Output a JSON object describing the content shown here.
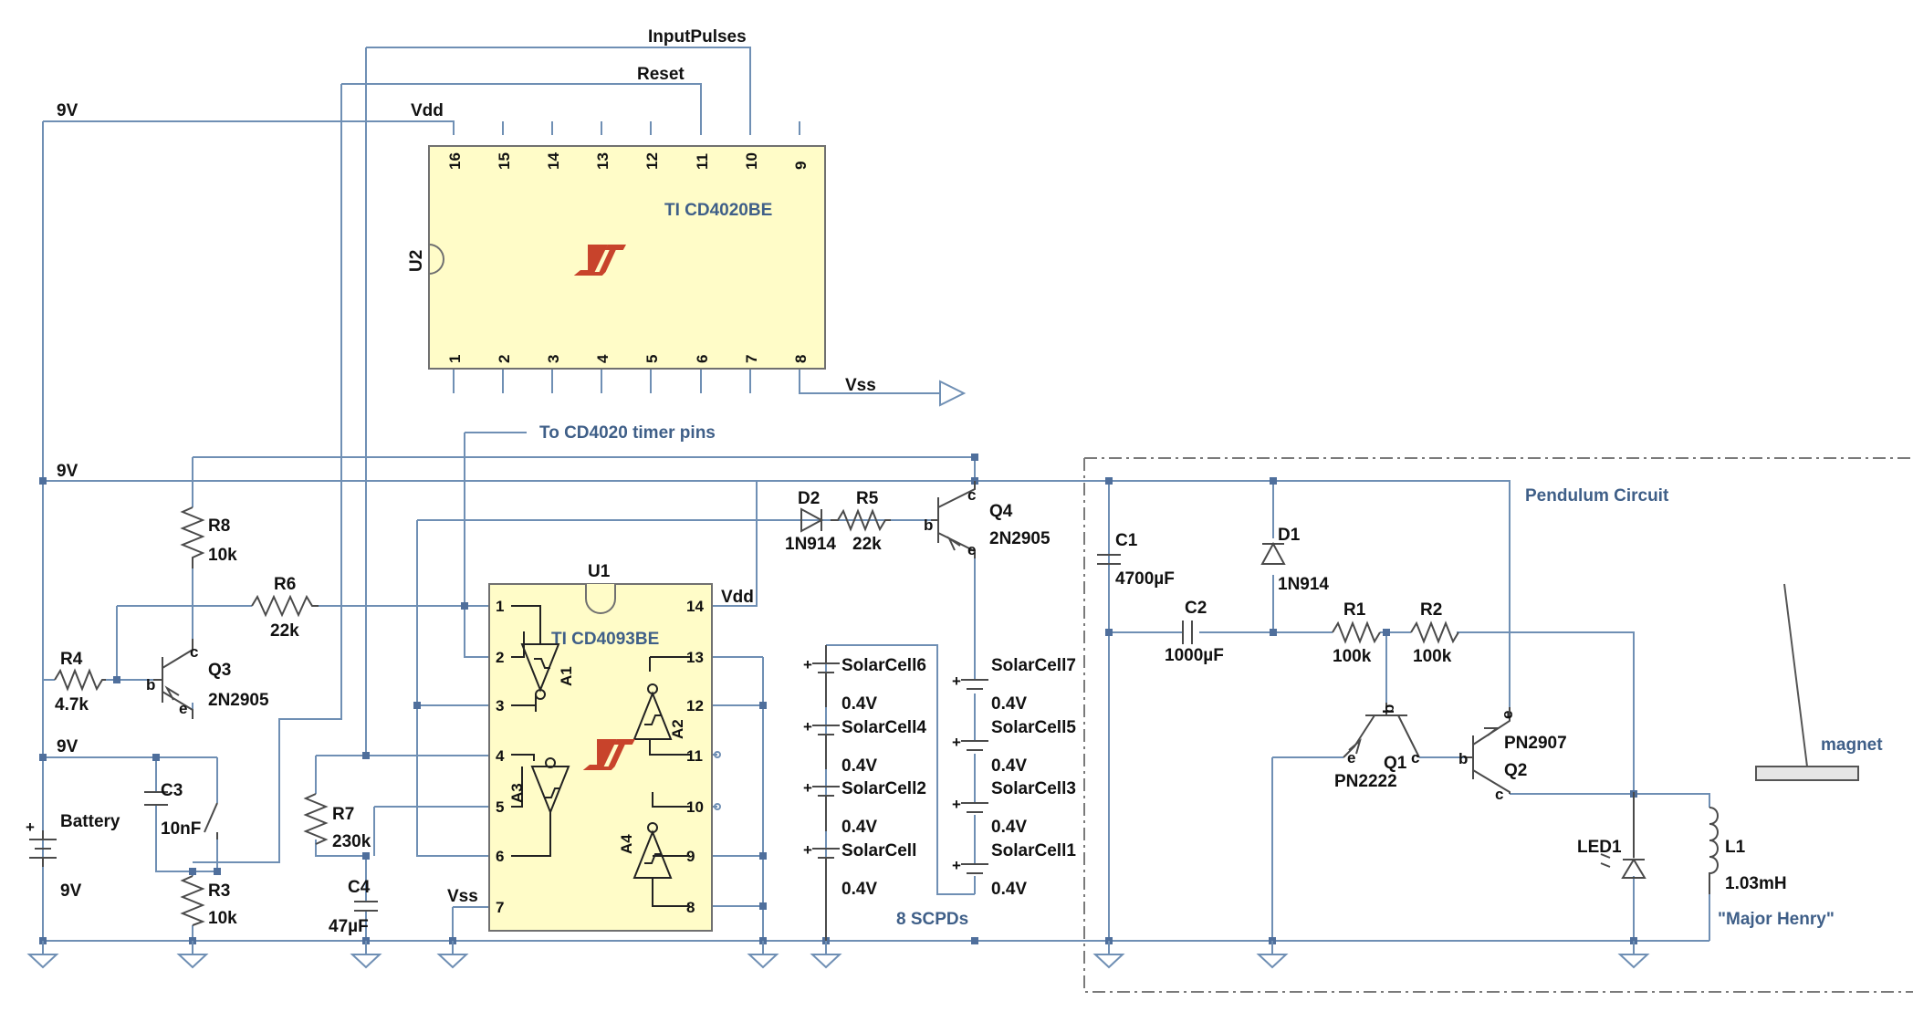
{
  "nets": {
    "input_pulses": "InputPulses",
    "reset": "Reset",
    "v9_top": "9V",
    "v9_mid": "9V",
    "v9_low": "9V",
    "vdd_u2": "Vdd",
    "vss_u2": "Vss",
    "vdd_u1": "Vdd",
    "vss_u1": "Vss",
    "timer_note": "To CD4020 timer pins"
  },
  "u2": {
    "ref": "U2",
    "part": "TI CD4020BE",
    "top_pins": [
      "16",
      "15",
      "14",
      "13",
      "12",
      "11",
      "10",
      "9"
    ],
    "bottom_pins": [
      "1",
      "2",
      "3",
      "4",
      "5",
      "6",
      "7",
      "8"
    ]
  },
  "u1": {
    "ref": "U1",
    "part": "TI CD4093BE",
    "left_pins": [
      "1",
      "2",
      "3",
      "4",
      "5",
      "6",
      "7"
    ],
    "right_pins": [
      "14",
      "13",
      "12",
      "11",
      "10",
      "9",
      "8"
    ],
    "gates": [
      "A1",
      "A2",
      "A3",
      "A4"
    ]
  },
  "components": {
    "r8": {
      "ref": "R8",
      "value": "10k"
    },
    "r6": {
      "ref": "R6",
      "value": "22k"
    },
    "r4": {
      "ref": "R4",
      "value": "4.7k"
    },
    "q3": {
      "ref": "Q3",
      "value": "2N2905",
      "b": "b",
      "c": "c",
      "e": "e"
    },
    "c3": {
      "ref": "C3",
      "value": "10nF"
    },
    "r3": {
      "ref": "R3",
      "value": "10k"
    },
    "battery": {
      "ref": "Battery",
      "value": "9V"
    },
    "r7": {
      "ref": "R7",
      "value": "230k"
    },
    "c4": {
      "ref": "C4",
      "value": "47µF"
    },
    "d2": {
      "ref": "D2",
      "value": "1N914"
    },
    "r5": {
      "ref": "R5",
      "value": "22k"
    },
    "q4": {
      "ref": "Q4",
      "value": "2N2905",
      "b": "b",
      "c": "c",
      "e": "e"
    },
    "c1": {
      "ref": "C1",
      "value": "4700µF"
    },
    "c2": {
      "ref": "C2",
      "value": "1000µF"
    },
    "d1": {
      "ref": "D1",
      "value": "1N914"
    },
    "r1": {
      "ref": "R1",
      "value": "100k"
    },
    "r2": {
      "ref": "R2",
      "value": "100k"
    },
    "q1": {
      "ref": "Q1",
      "value": "PN2222",
      "b": "b",
      "c": "c",
      "e": "e"
    },
    "q2": {
      "ref": "Q2",
      "value": "PN2907",
      "b": "b",
      "c": "c",
      "e": "e"
    },
    "led1": {
      "ref": "LED1"
    },
    "l1": {
      "ref": "L1",
      "value": "1.03mH",
      "nickname": "\"Major Henry\""
    },
    "magnet": {
      "label": "magnet"
    }
  },
  "solar_cells": {
    "left": [
      {
        "ref": "SolarCell6",
        "value": "0.4V"
      },
      {
        "ref": "SolarCell4",
        "value": "0.4V"
      },
      {
        "ref": "SolarCell2",
        "value": "0.4V"
      },
      {
        "ref": "SolarCell",
        "value": "0.4V"
      }
    ],
    "right": [
      {
        "ref": "SolarCell7",
        "value": "0.4V"
      },
      {
        "ref": "SolarCell5",
        "value": "0.4V"
      },
      {
        "ref": "SolarCell3",
        "value": "0.4V"
      },
      {
        "ref": "SolarCell1",
        "value": "0.4V"
      }
    ],
    "group_label": "8 SCPDs"
  },
  "pendulum": {
    "label": "Pendulum Circuit"
  },
  "colors": {
    "wire": "#6f8fb4",
    "ic_fill": "#fffcc8",
    "logo": "#c8432b",
    "label_blue": "#3f5f88"
  }
}
